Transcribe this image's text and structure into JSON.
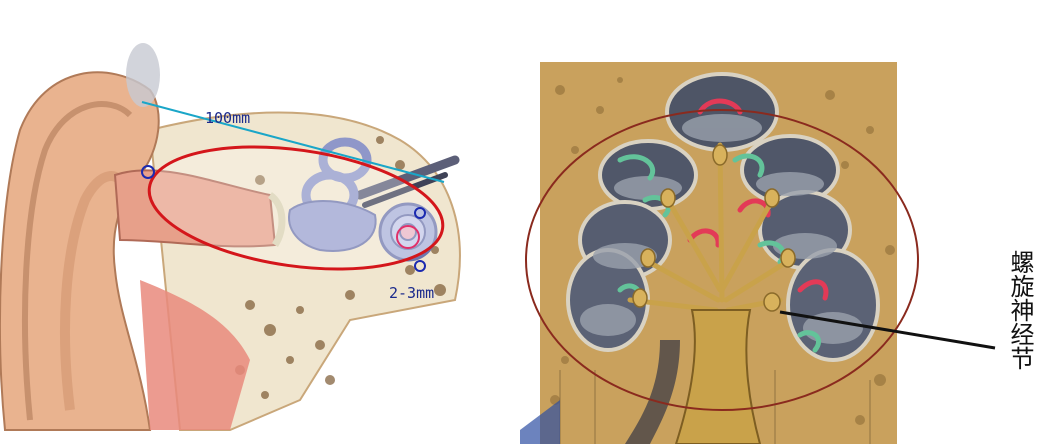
{
  "left_diagram": {
    "length_label": "100mm",
    "width_label": "2-3mm"
  },
  "right_diagram": {
    "ganglion_label": "螺旋神经节"
  },
  "colors": {
    "outline_red": "#d4161b",
    "ruler_cyan": "#1aa6c8",
    "marker_blue": "#1b2ab0",
    "label_navy": "#1b2a8c",
    "skin": "#e9b38f",
    "bone": "#f0e6cf",
    "cochlea": "#8f97c9",
    "plate_bg": "#c9a15d",
    "nerve_gold": "#c9a24a"
  }
}
